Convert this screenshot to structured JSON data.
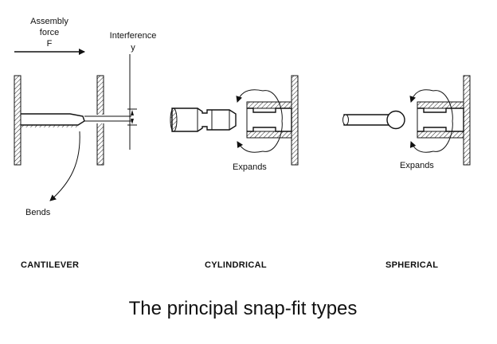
{
  "labels": {
    "assembly_force_line1": "Assembly",
    "assembly_force_line2": "force",
    "assembly_force_symbol": "F",
    "interference": "Interference",
    "interference_symbol": "y",
    "bends": "Bends",
    "expands_cylindrical": "Expands",
    "expands_spherical": "Expands"
  },
  "types": {
    "cantilever": "CANTILEVER",
    "cylindrical": "CYLINDRICAL",
    "spherical": "SPHERICAL"
  },
  "caption": "The principal snap-fit types"
}
